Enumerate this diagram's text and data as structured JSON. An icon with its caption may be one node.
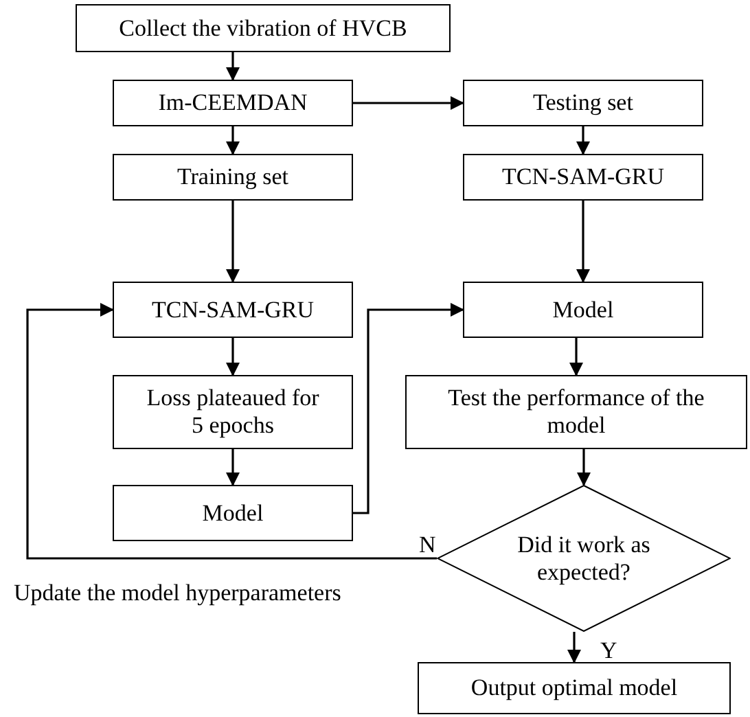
{
  "diagram": {
    "nodes": [
      {
        "text": [
          "Collect the vibration of HVCB"
        ]
      },
      {
        "text": [
          "Im-CEEMDAN"
        ]
      },
      {
        "text": [
          "Testing set"
        ]
      },
      {
        "text": [
          "Training set"
        ]
      },
      {
        "text": [
          "TCN-SAM-GRU"
        ]
      },
      {
        "text": [
          "TCN-SAM-GRU"
        ]
      },
      {
        "text": [
          "Model"
        ]
      },
      {
        "text": [
          "Loss plateaued for 5 epochs"
        ]
      },
      {
        "text": [
          "Test the performance of the model"
        ]
      },
      {
        "text": [
          "Model"
        ]
      },
      {
        "text": [
          "Did it work as expected?"
        ]
      },
      {
        "text": [
          "Output optimal model"
        ]
      }
    ],
    "edges": [
      {
        "from": 0,
        "to": 1,
        "arrow": "to"
      },
      {
        "from": 1,
        "to": 3,
        "arrow": "to"
      },
      {
        "from": 1,
        "to": 2,
        "arrow": "to"
      },
      {
        "from": 2,
        "to": 5,
        "arrow": "to"
      },
      {
        "from": 3,
        "to": 4,
        "arrow": "to"
      },
      {
        "from": 4,
        "to": 7,
        "arrow": "to"
      },
      {
        "from": 7,
        "to": 9,
        "arrow": "to"
      },
      {
        "from": 9,
        "to": 6,
        "arrow": "to"
      },
      {
        "from": 5,
        "to": 6,
        "arrow": "to"
      },
      {
        "from": 6,
        "to": 8,
        "arrow": "to"
      },
      {
        "from": 8,
        "to": 10,
        "arrow": "to"
      },
      {
        "from": 10,
        "to": 11,
        "arrow": "to",
        "label": "Y"
      },
      {
        "from": 10,
        "to": 4,
        "arrow": "to",
        "label": "N"
      }
    ],
    "labels": [
      "Update the model hyperparameters"
    ]
  }
}
